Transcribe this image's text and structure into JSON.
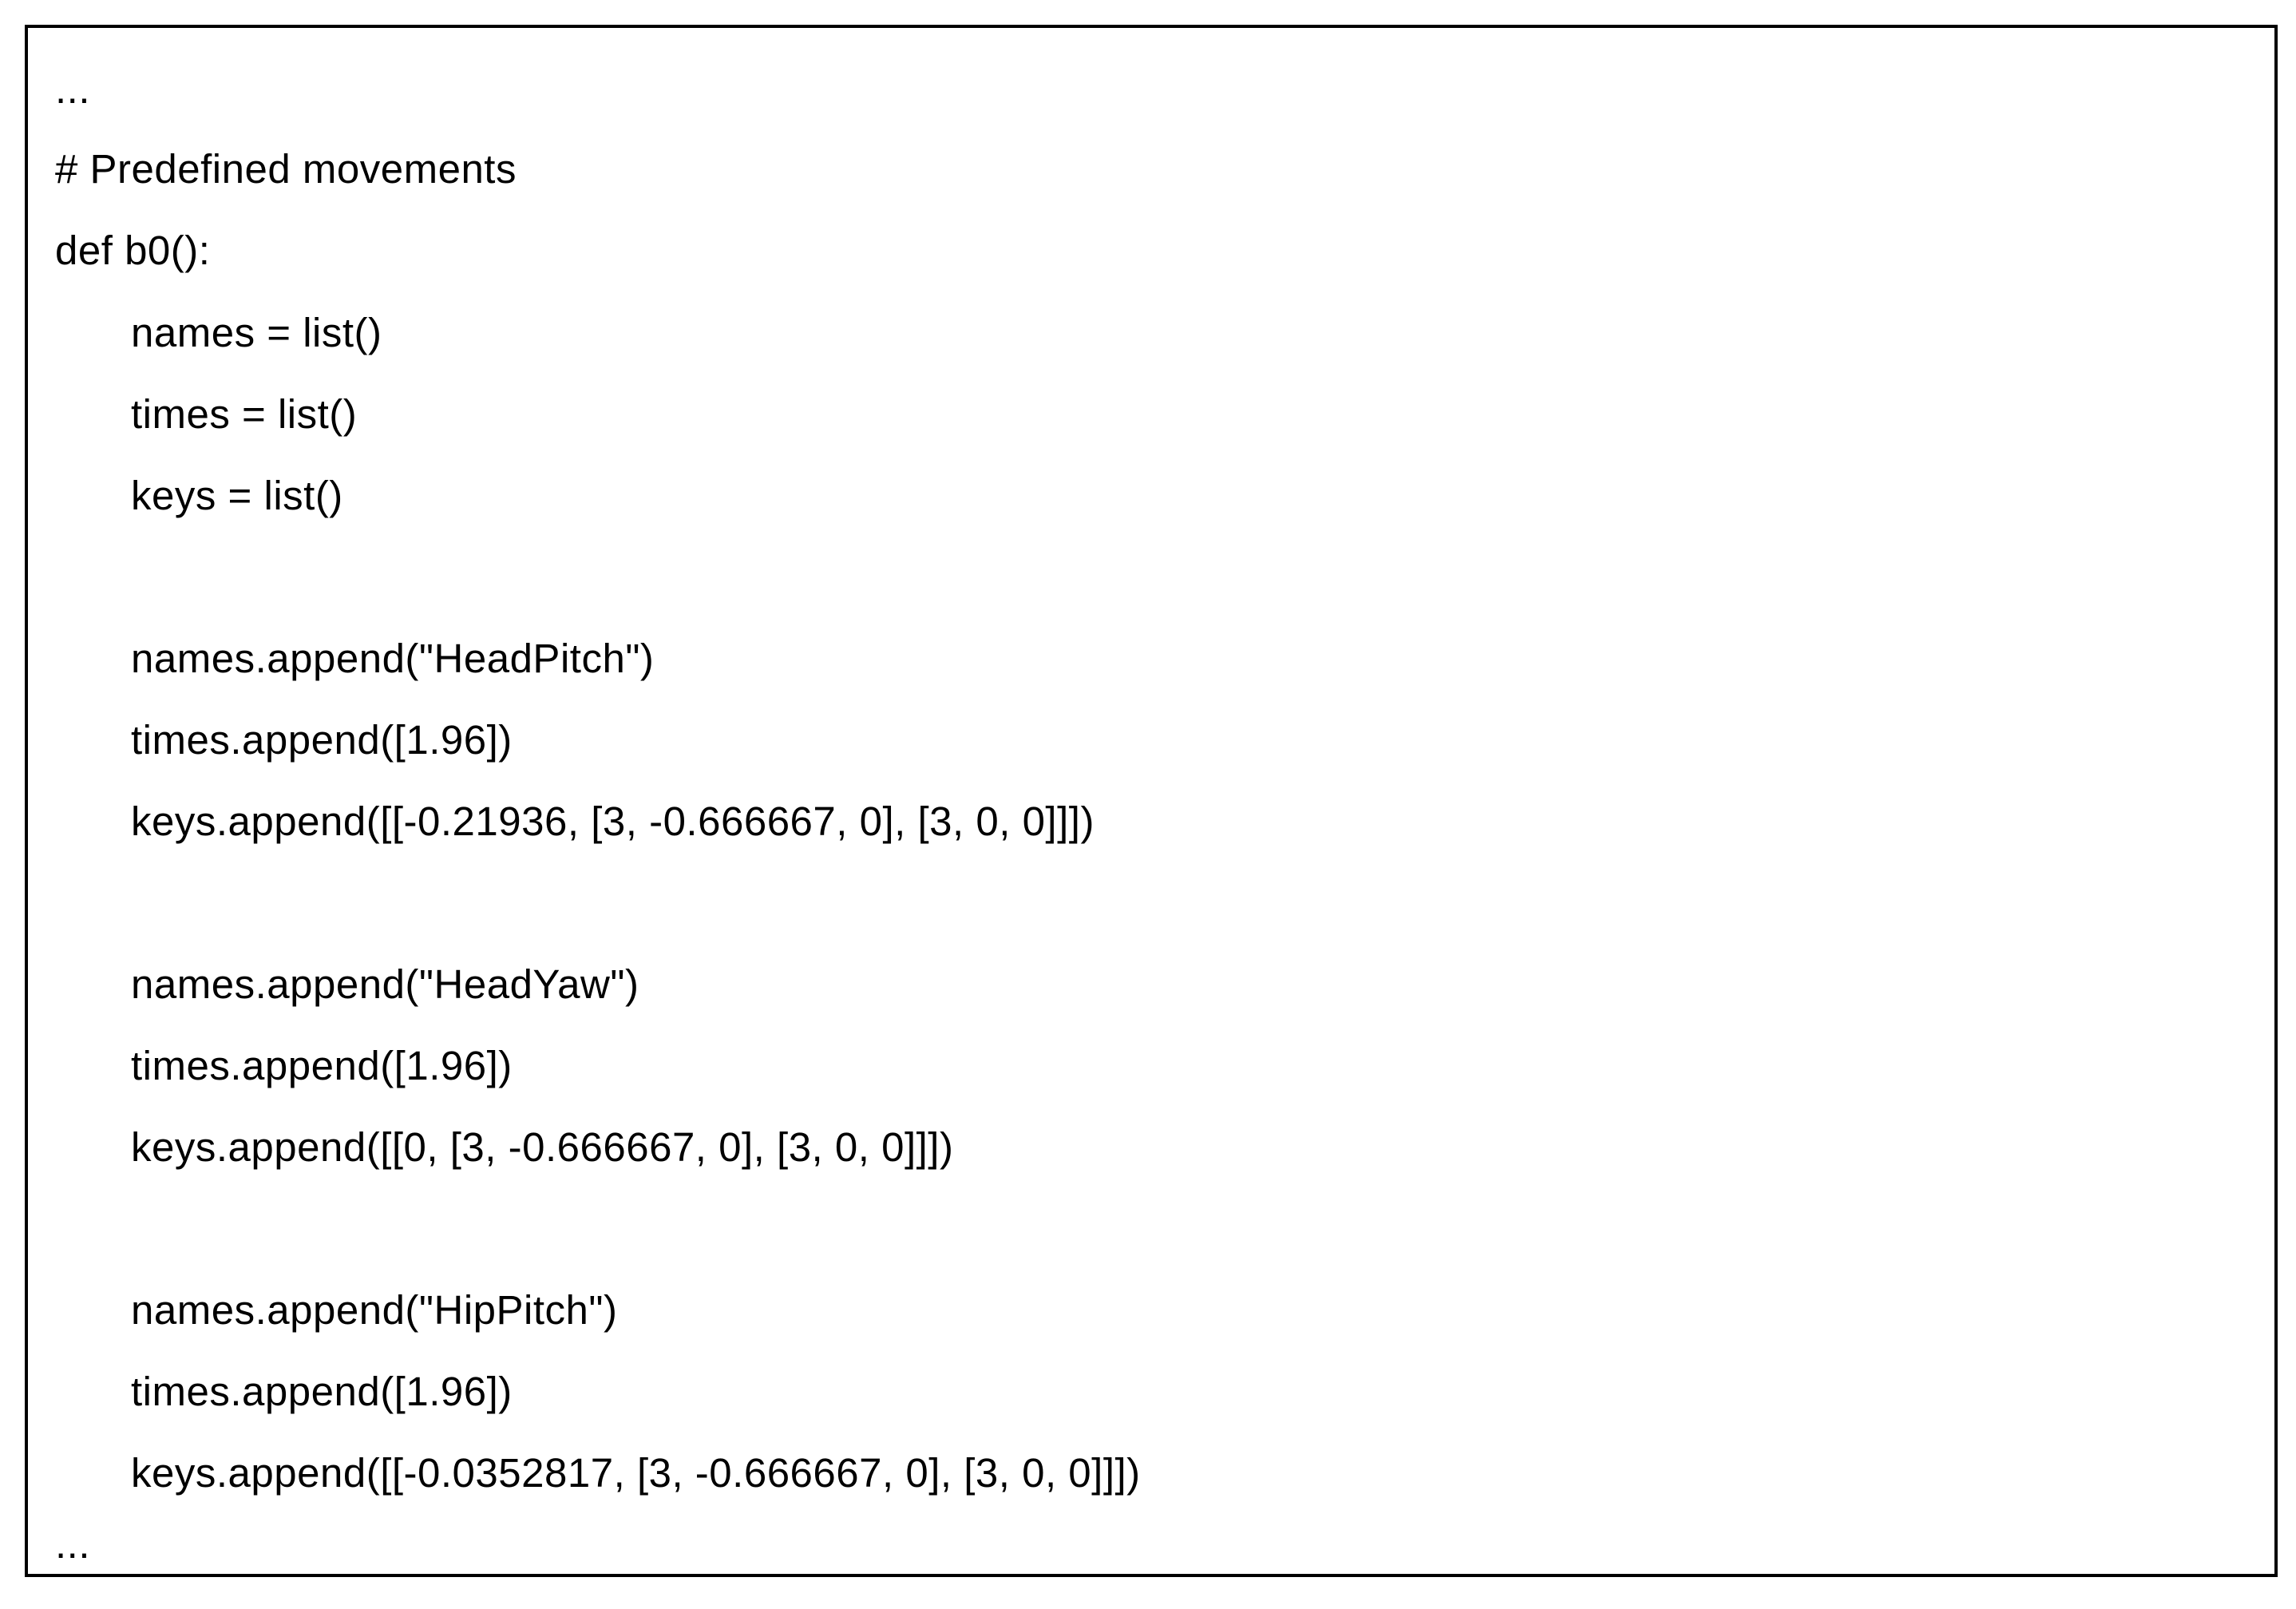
{
  "code": {
    "lines": [
      "...",
      "# Predefined movements",
      "def b0():",
      "names = list()",
      "times = list()",
      "keys = list()",
      "",
      "names.append(\"HeadPitch\")",
      "times.append([1.96])",
      "keys.append([[-0.21936, [3, -0.666667, 0], [3, 0, 0]]])",
      "",
      "names.append(\"HeadYaw\")",
      "times.append([1.96])",
      "keys.append([[0, [3, -0.666667, 0], [3, 0, 0]]])",
      "",
      "names.append(\"HipPitch\")",
      "times.append([1.96])",
      "keys.append([[-0.0352817, [3, -0.666667, 0], [3, 0, 0]]])",
      "..."
    ]
  }
}
